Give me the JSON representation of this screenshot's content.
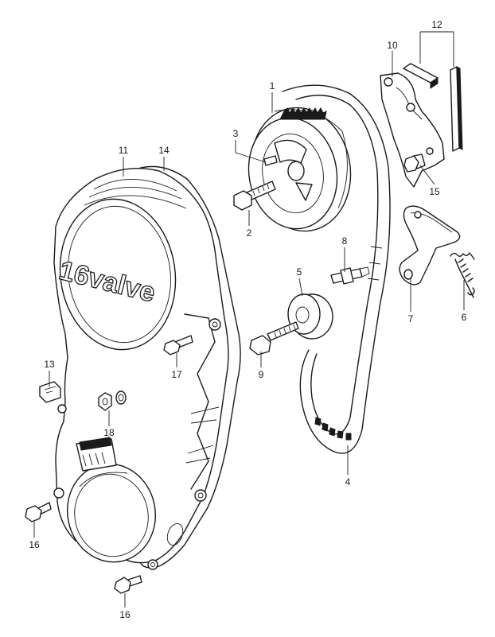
{
  "diagram": {
    "cover_logo": "16valve",
    "callouts": {
      "c1": "1",
      "c2": "2",
      "c3": "3",
      "c4": "4",
      "c5": "5",
      "c6": "6",
      "c7": "7",
      "c8": "8",
      "c9": "9",
      "c10": "10",
      "c11": "11",
      "c12": "12",
      "c13": "13",
      "c14": "14",
      "c15": "15",
      "c16a": "16",
      "c16b": "16",
      "c17": "17",
      "c18": "18"
    }
  }
}
